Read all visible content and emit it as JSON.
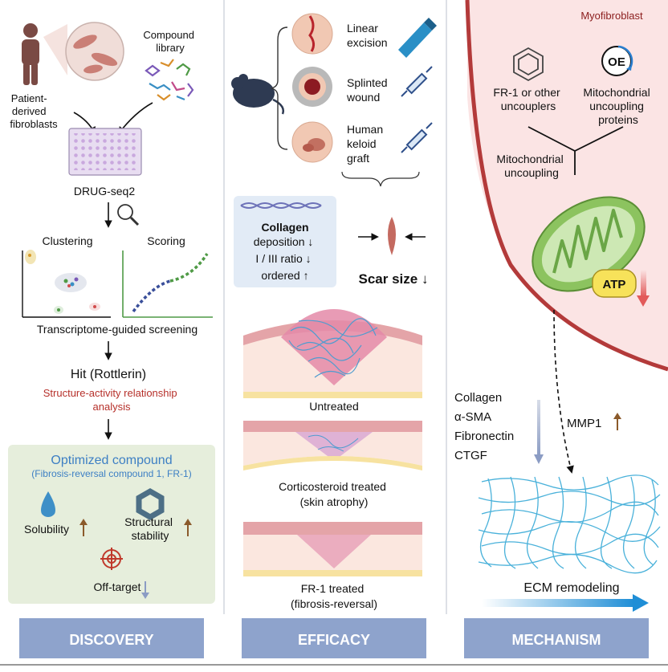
{
  "discovery": {
    "patient_lines": [
      "Patient-",
      "derived",
      "fibroblasts"
    ],
    "compound_lines": [
      "Compound",
      "library"
    ],
    "drugseq": "DRUG-seq2",
    "clustering": "Clustering",
    "scoring": "Scoring",
    "screening": "Transcriptome-guided screening",
    "hit": "Hit (Rottlerin)",
    "sar_lines": [
      "Structure-activity relationship",
      "analysis"
    ],
    "optimized_title": "Optimized compound",
    "optimized_sub": "(Fibrosis-reversal compound 1, FR-1)",
    "solubility": "Solubility",
    "structural_lines": [
      "Structural",
      "stability"
    ],
    "offtarget": "Off-target",
    "footer": "DISCOVERY"
  },
  "efficacy": {
    "models": [
      {
        "lines": [
          "Linear",
          "excision"
        ]
      },
      {
        "lines": [
          "Splinted",
          "wound"
        ]
      },
      {
        "lines": [
          "Human",
          "keloid",
          "graft"
        ]
      }
    ],
    "collagen_title": "Collagen",
    "collagen_lines": [
      "deposition ↓",
      "I / III ratio ↓",
      "ordered ↑"
    ],
    "scar": "Scar size ↓",
    "untreated": "Untreated",
    "cortico_lines": [
      "Corticosteroid treated",
      "(skin atrophy)"
    ],
    "fr1_lines": [
      "FR-1 treated",
      "(fibrosis-reversal)"
    ],
    "footer": "EFFICACY"
  },
  "mechanism": {
    "cell": "Myofibroblast",
    "fr1_lines": [
      "FR-1 or other",
      "uncouplers"
    ],
    "oe": "OE",
    "mito_lines": [
      "Mitochondrial",
      "uncoupling",
      "proteins"
    ],
    "uncoupling_lines": [
      "Mitochondrial",
      "uncoupling"
    ],
    "atp": "ATP",
    "markers": [
      "Collagen",
      "α-SMA",
      "Fibronectin",
      "CTGF"
    ],
    "mmp1": "MMP1",
    "ecm": "ECM remodeling",
    "footer": "MECHANISM"
  },
  "colors": {
    "footer_bg": "#8ea3cc",
    "optimized_blue": "#3d7fc4",
    "sar_red": "#b6302a",
    "mito_green": "#8cc35f",
    "atp_yellow": "#f7e25a",
    "ecm_blue": "#36a9d6",
    "cell_pink": "#fbe4e4"
  }
}
